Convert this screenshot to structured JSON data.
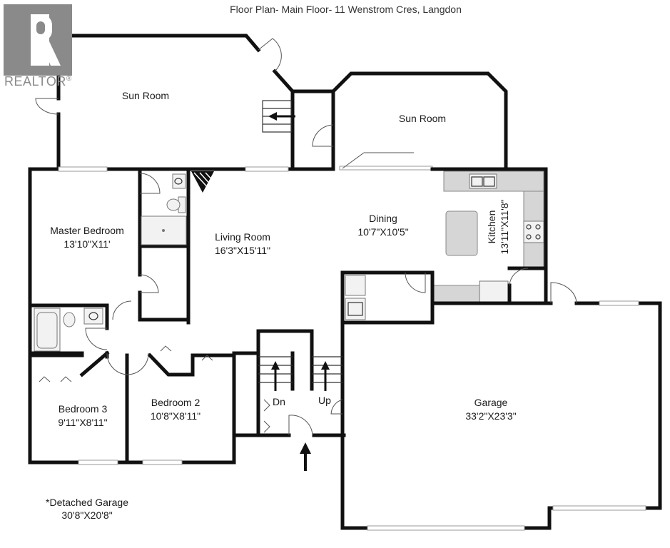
{
  "title": "Floor Plan- Main Floor- 11 Wenstrom Cres, Langdon",
  "logo": {
    "text": "REALTOR",
    "mark": "®"
  },
  "rooms": {
    "sun_room_left": {
      "name": "Sun Room"
    },
    "sun_room_right": {
      "name": "Sun Room"
    },
    "master_bedroom": {
      "name": "Master Bedroom",
      "size": "13'10\"X11'"
    },
    "living_room": {
      "name": "Living Room",
      "size": "16'3\"X15'11\""
    },
    "dining": {
      "name": "Dining",
      "size": "10'7\"X10'5\""
    },
    "kitchen": {
      "name": "Kitchen",
      "size": "13'11\"X11'8\""
    },
    "bedroom3": {
      "name": "Bedroom 3",
      "size": "9'11\"X8'11\""
    },
    "bedroom2": {
      "name": "Bedroom 2",
      "size": "10'8\"X8'11\""
    },
    "garage": {
      "name": "Garage",
      "size": "33'2\"X23'3\""
    }
  },
  "stairs": {
    "down": "Dn",
    "up": "Up"
  },
  "note": {
    "line1": "*Detached Garage",
    "line2": "30'8\"X20'8\""
  },
  "colors": {
    "wall": "#111111",
    "fixture": "#d6d6d6",
    "logo": "#8a8a8a"
  }
}
